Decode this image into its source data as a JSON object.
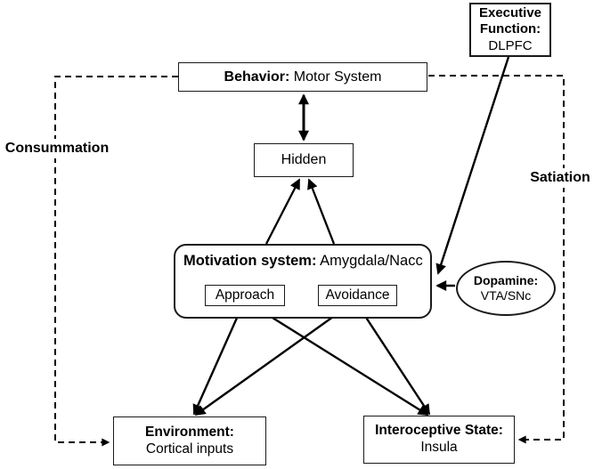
{
  "figure": {
    "nodes": {
      "executive_function": {
        "bold": "Executive Function:",
        "rest": "DLPFC"
      },
      "behavior": {
        "bold": "Behavior:",
        "rest": "Motor System"
      },
      "hidden": {
        "label": "Hidden"
      },
      "motivation": {
        "bold": "Motivation system:",
        "rest": "Amygdala/Nacc"
      },
      "approach": {
        "label": "Approach"
      },
      "avoidance": {
        "label": "Avoidance"
      },
      "environment": {
        "bold": "Environment:",
        "rest": "Cortical inputs"
      },
      "interoceptive": {
        "bold": "Interoceptive State:",
        "rest": "Insula"
      },
      "dopamine": {
        "bold": "Dopamine:",
        "rest": "VTA/SNc"
      }
    },
    "labels": {
      "consummation": "Consummation",
      "satiation": "Satiation"
    },
    "edges": [
      {
        "from": "behavior",
        "to": "hidden",
        "style": "solid",
        "heads": "both"
      },
      {
        "from": "motivation",
        "to": "hidden",
        "style": "solid",
        "heads": "end",
        "count": 2
      },
      {
        "from": "motivation-title",
        "to": "approach",
        "style": "solid",
        "heads": "end"
      },
      {
        "from": "motivation-title",
        "to": "avoidance",
        "style": "solid",
        "heads": "end"
      },
      {
        "from": "environment",
        "to": "approach",
        "style": "solid",
        "heads": "both"
      },
      {
        "from": "environment",
        "to": "avoidance",
        "style": "solid",
        "heads": "both"
      },
      {
        "from": "interoceptive",
        "to": "approach",
        "style": "solid",
        "heads": "both"
      },
      {
        "from": "interoceptive",
        "to": "avoidance",
        "style": "solid",
        "heads": "both"
      },
      {
        "from": "dopamine",
        "to": "motivation",
        "style": "solid",
        "heads": "end"
      },
      {
        "from": "executive_function",
        "to": "motivation",
        "style": "solid",
        "heads": "end"
      },
      {
        "from": "behavior",
        "to": "environment",
        "style": "dashed",
        "heads": "end",
        "label": "Consummation"
      },
      {
        "from": "behavior",
        "to": "interoceptive",
        "style": "dashed",
        "heads": "end",
        "label": "Satiation"
      }
    ],
    "colors": {
      "stroke": "#000000",
      "background": "#ffffff"
    }
  }
}
